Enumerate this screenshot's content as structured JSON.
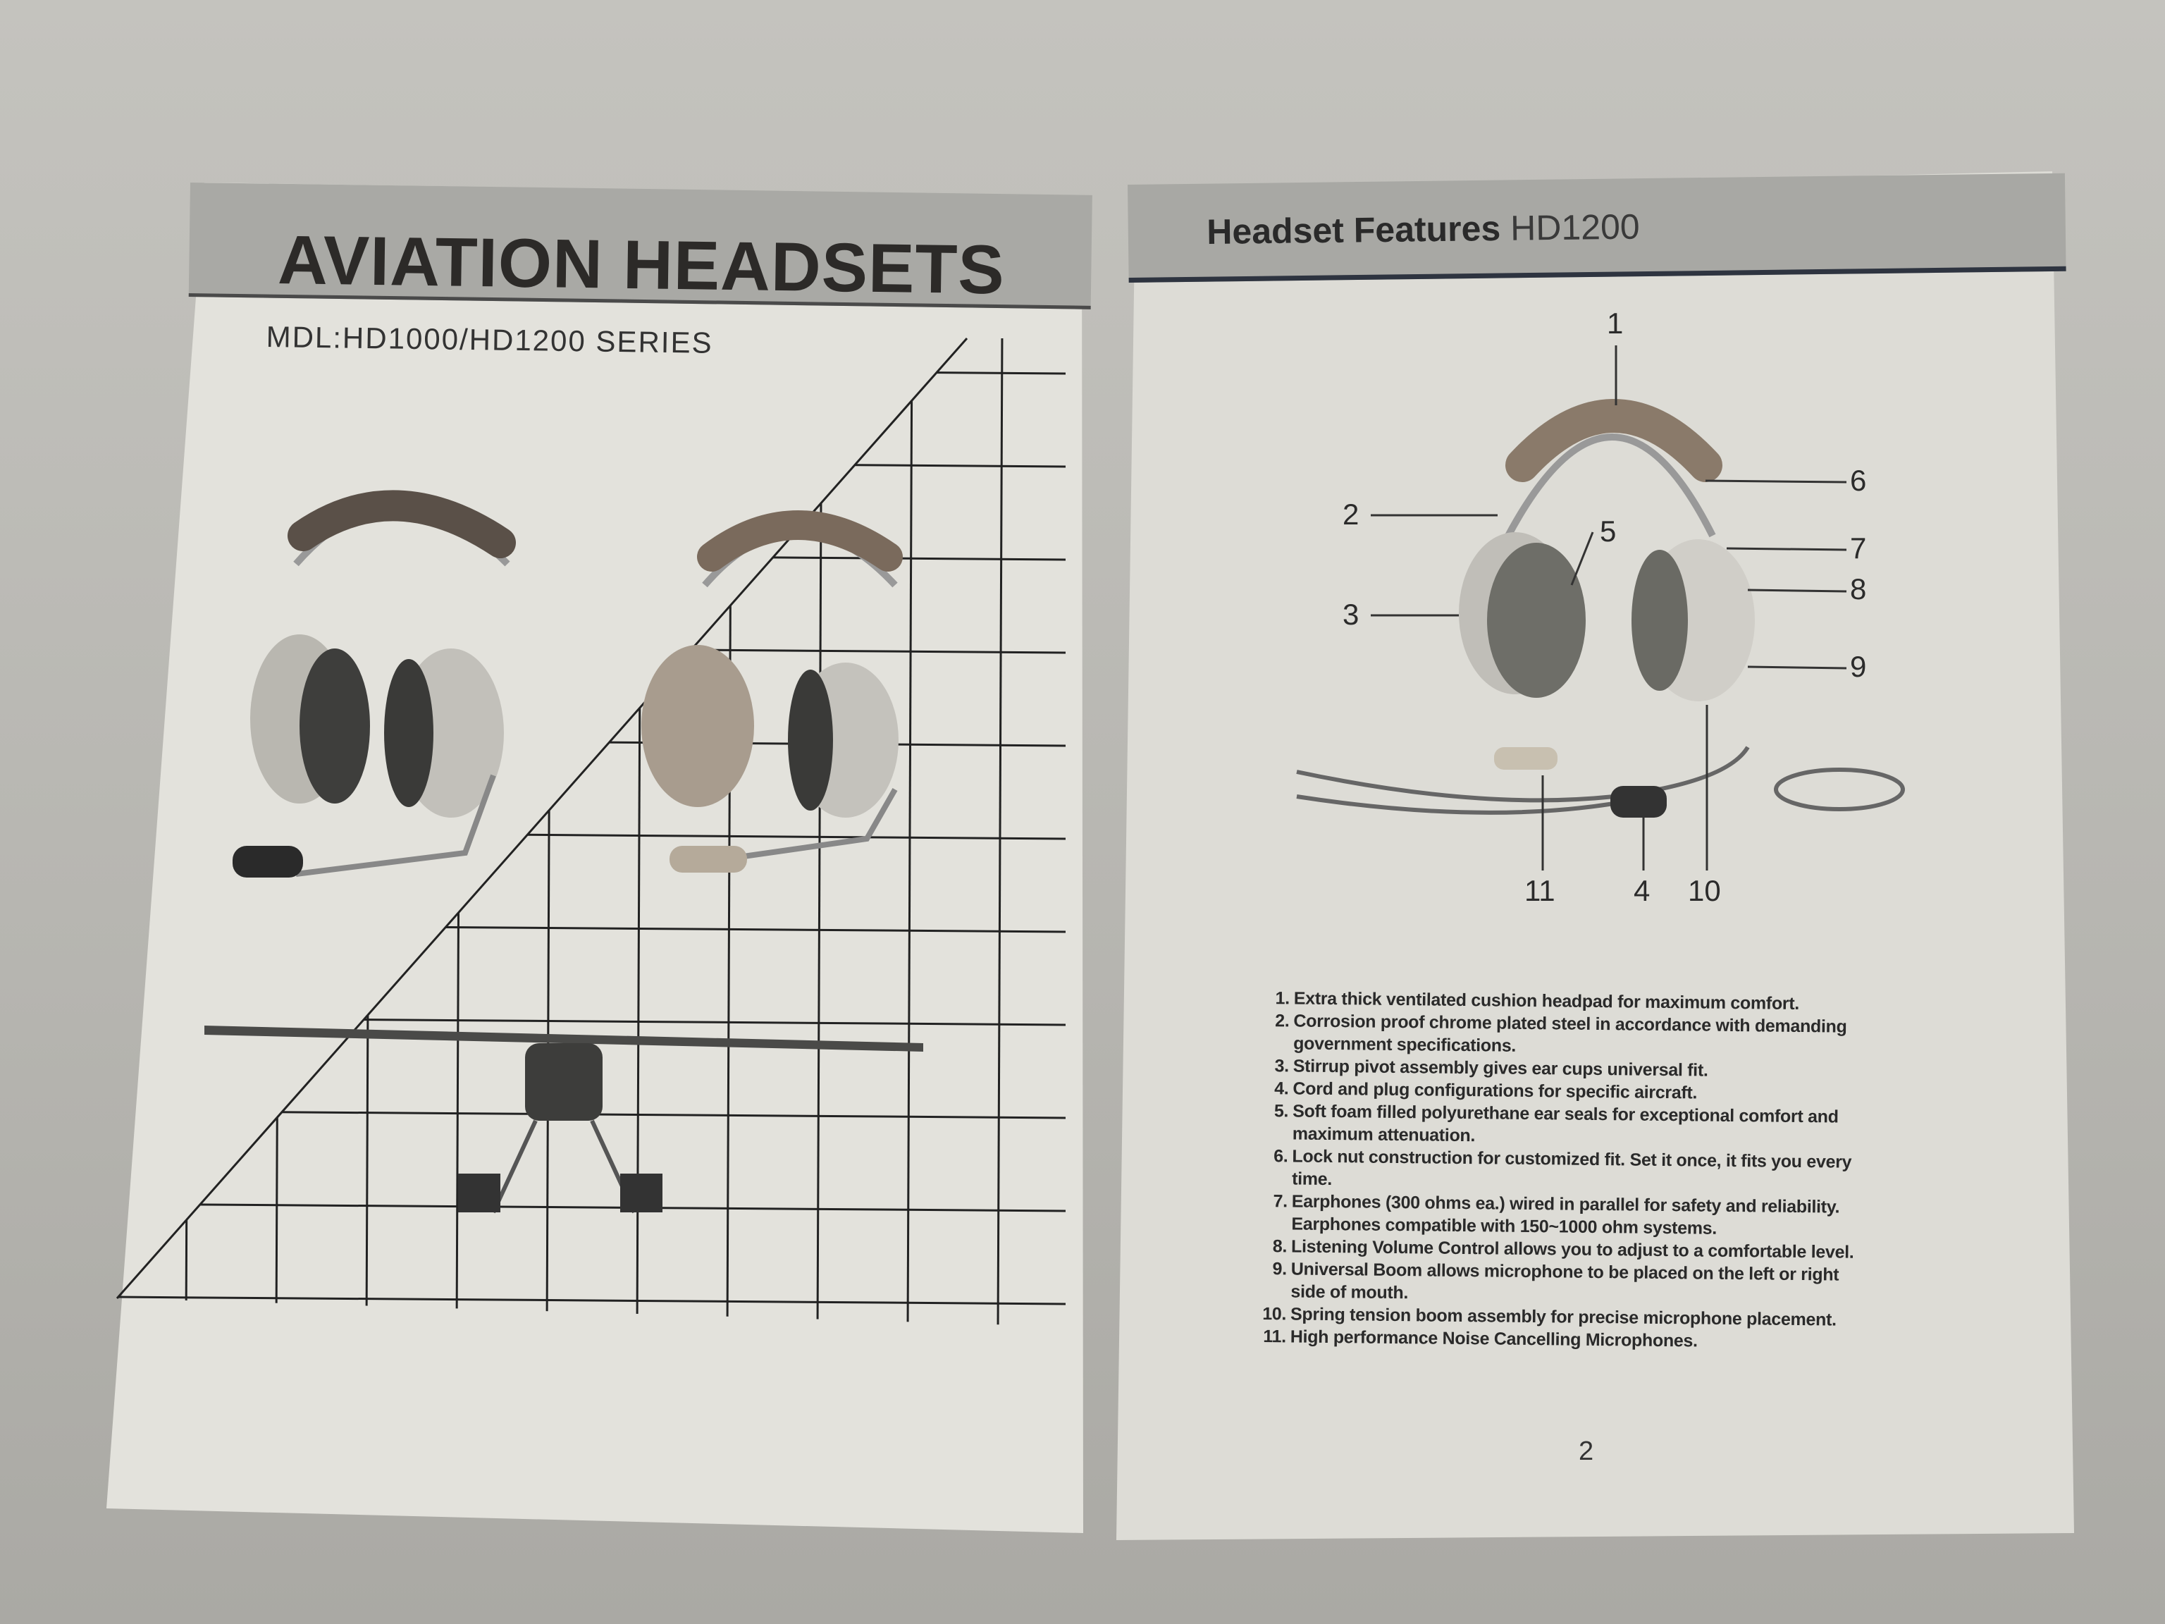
{
  "left_page": {
    "title": "AVIATION HEADSETS",
    "subtitle": "MDL:HD1000/HD1200 SERIES"
  },
  "right_page": {
    "title": "Headset Features",
    "model": "HD1200",
    "callouts": [
      "1",
      "2",
      "3",
      "4",
      "5",
      "6",
      "7",
      "8",
      "9",
      "10",
      "11"
    ],
    "features": [
      {
        "num": "1.",
        "lines": [
          "Extra thick ventilated cushion headpad for maximum comfort."
        ]
      },
      {
        "num": "2.",
        "lines": [
          "Corrosion proof chrome plated steel in accordance with demanding",
          "government specifications."
        ]
      },
      {
        "num": "3.",
        "lines": [
          "Stirrup pivot assembly gives ear cups universal fit."
        ]
      },
      {
        "num": "4.",
        "lines": [
          "Cord and plug configurations for specific aircraft."
        ]
      },
      {
        "num": "5.",
        "lines": [
          "Soft foam filled polyurethane ear seals for exceptional comfort and",
          "maximum attenuation."
        ]
      },
      {
        "num": "6.",
        "lines": [
          "Lock nut construction for customized fit. Set it once, it fits you every",
          "time."
        ]
      },
      {
        "num": "7.",
        "lines": [
          "Earphones (300 ohms ea.) wired in parallel for safety and reliability.",
          "Earphones compatible with  150~1000 ohm systems."
        ]
      },
      {
        "num": "8.",
        "lines": [
          "Listening Volume Control allows you to adjust to a comfortable level."
        ]
      },
      {
        "num": "9.",
        "lines": [
          "Universal Boom allows microphone to be placed on the left or right",
          "side of mouth."
        ]
      },
      {
        "num": "10.",
        "lines": [
          "Spring tension boom assembly for precise microphone placement."
        ]
      },
      {
        "num": "11.",
        "lines": [
          "High performance Noise Cancelling Microphones."
        ]
      }
    ],
    "page_number": "2"
  }
}
